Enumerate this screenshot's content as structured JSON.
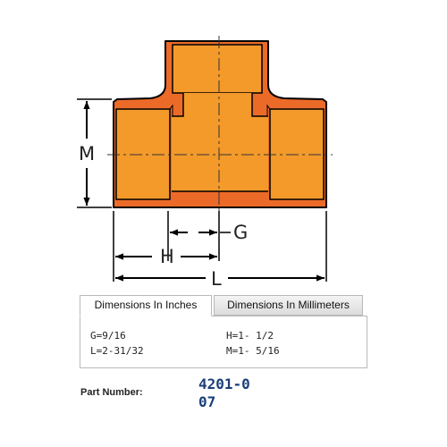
{
  "drawing": {
    "labels": {
      "M": "M",
      "G": "G",
      "H": "H",
      "L": "L"
    },
    "colors": {
      "fitting_fill": "#f39a2b",
      "fitting_wall": "#ec6a28",
      "outline": "#000000"
    }
  },
  "tabs": {
    "inches_label": "Dimensions In Inches",
    "millimeters_label": "Dimensions In Millimeters",
    "active": "inches"
  },
  "dimensions": {
    "G": "G=9/16",
    "L": "L=2-31/32",
    "H": "H=1- 1/2",
    "M": "M=1- 5/16"
  },
  "part": {
    "label": "Part Number:",
    "number": "4201-007"
  }
}
